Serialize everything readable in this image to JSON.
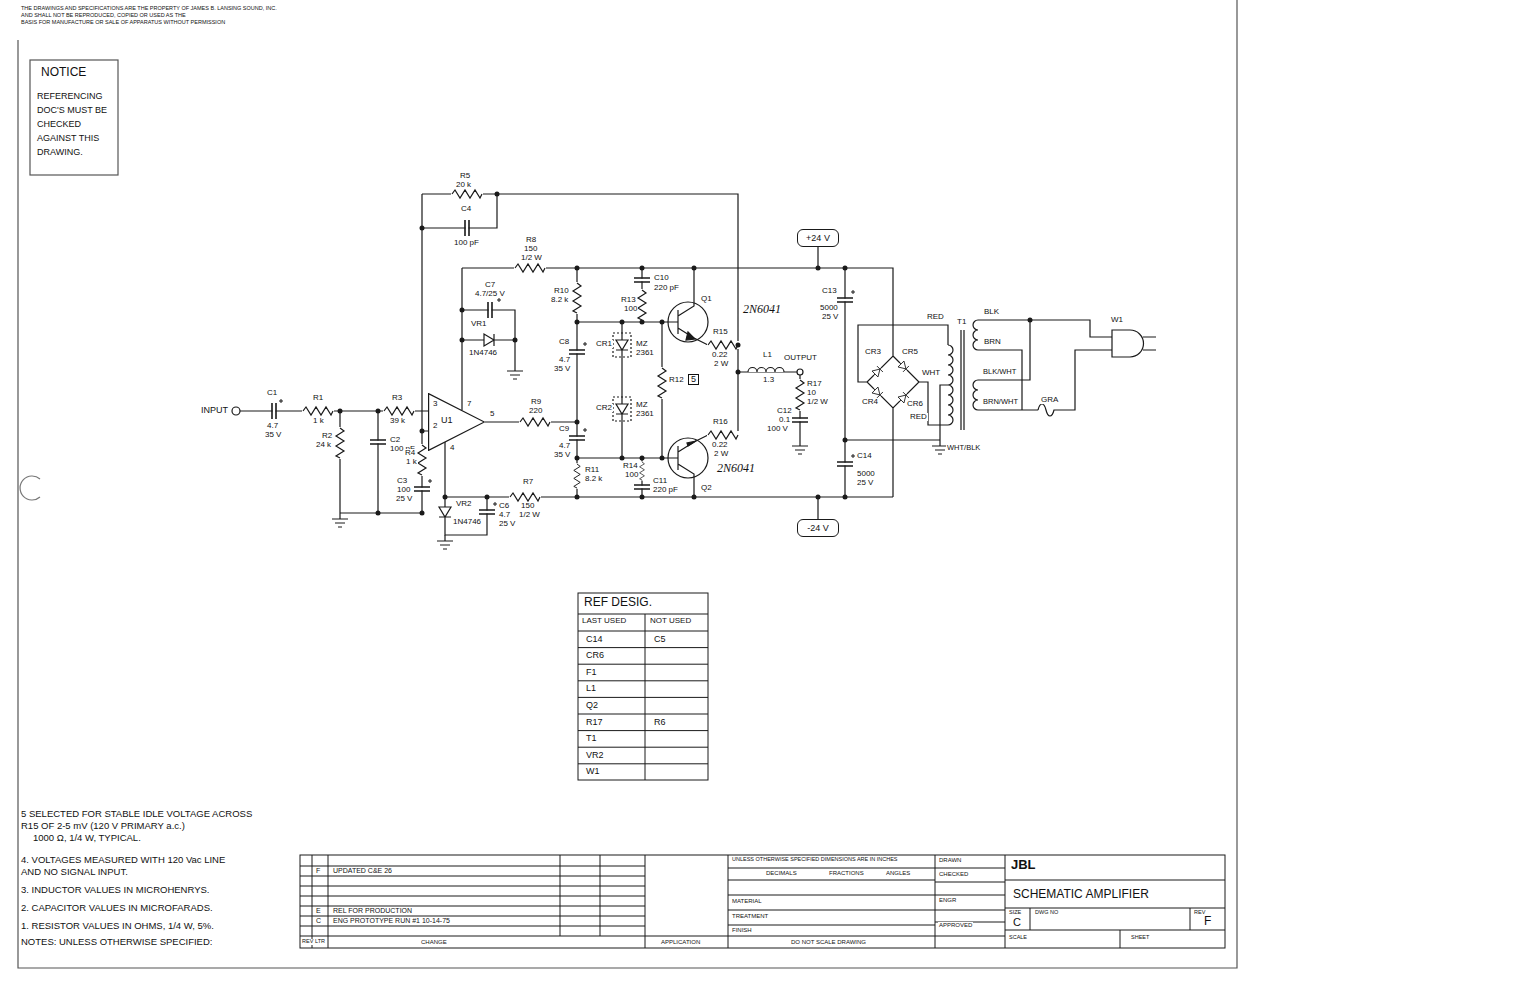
{
  "diagram": {
    "title": "SCHEMATIC AMPLIFIER",
    "nodes": [
      {
        "text": [
          "+24 V"
        ]
      },
      {
        "text": [
          "U1"
        ]
      },
      {
        "text": [
          "-24 V"
        ]
      }
    ],
    "labels": [
      "THE DRAWINGS AND SPECIFICATIONS ARE THE PROPERTY OF JAMES B. LANSING SOUND, INC.",
      "AND SHALL NOT BE REPRODUCED, COPIED OR USED AS THE",
      "BASIS FOR MANUFACTURE OR SALE OF APPARATUS WITHOUT PERMISSION",
      "NOTICE",
      "REFERENCING",
      "DOC'S MUST BE",
      "CHECKED",
      "AGAINST THIS",
      "DRAWING.",
      "INPUT",
      "C1",
      "4.7",
      "35 V",
      "R1",
      "1 k",
      "R2",
      "24 k",
      "C2",
      "100 pF",
      "R3",
      "39 k",
      "3",
      "2",
      "7",
      "5",
      "4",
      "R5",
      "20 k",
      "C4",
      "100 pF",
      "R8",
      "150",
      "1/2 W",
      "C7",
      "4.7/25 V",
      "VR1",
      "1N4746",
      "R4",
      "1 k",
      "C3",
      "100",
      "25 V",
      "VR2",
      "1N4746",
      "C6",
      "4.7",
      "25 V",
      "R9",
      "220",
      "R7",
      "150",
      "1/2 W",
      "R10",
      "8.2 k",
      "C8",
      "4.7",
      "35 V",
      "C9",
      "4.7",
      "35 V",
      "R11",
      "8.2 k",
      "C10",
      "220 pF",
      "R13",
      "100",
      "Q1",
      "2N6041",
      "R15",
      "0.22",
      "2 W",
      "CR1",
      "MZ",
      "2361",
      "CR2",
      "MZ",
      "2361",
      "R12",
      "5",
      "R16",
      "0.22",
      "2 W",
      "Q2",
      "2N6041",
      "R14",
      "100",
      "C11",
      "220 pF",
      "L1",
      "1.3",
      "OUTPUT",
      "R17",
      "10",
      "1/2 W",
      "C12",
      "0.1",
      "100 V",
      "C13",
      "5000",
      "25 V",
      "C14",
      "5000",
      "25 V",
      "CR3",
      "CR5",
      "CR4",
      "CR6",
      "RED",
      "WHT",
      "RED",
      "WHT/BLK",
      "T1",
      "BLK",
      "BRN",
      "BLK/WHT",
      "BRN/WHT",
      "GRA",
      "W1",
      "REF DESIG.",
      "LAST USED",
      "NOT USED",
      "C14",
      "C5",
      "CR6",
      "F1",
      "L1",
      "Q2",
      "R17",
      "R6",
      "T1",
      "VR2",
      "W1",
      "5 SELECTED FOR STABLE IDLE VOLTAGE ACROSS",
      "R15 OF 2-5 mV (120 V PRIMARY a.c.)",
      "1000 Ω, 1/4 W, TYPICAL.",
      "4. VOLTAGES MEASURED WITH 120 Vac LINE",
      "AND NO SIGNAL INPUT.",
      "3. INDUCTOR VALUES IN MICROHENRYS.",
      "2. CAPACITOR VALUES IN MICROFARADS.",
      "1. RESISTOR VALUES IN OHMS, 1/4 W, 5%.",
      "NOTES: UNLESS OTHERWISE SPECIFIED:",
      "F",
      "UPDATED C&E 26",
      "E",
      "REL FOR PRODUCTION",
      "C",
      "ENG PROTOTYPE RUN #1 10-14-75",
      "REV",
      "LTR",
      "CHANGE",
      "UNLESS OTHERWISE SPECIFIED DIMENSIONS ARE IN INCHES",
      "DECIMALS",
      "FRACTIONS",
      "ANGLES",
      "MATERIAL",
      "TREATMENT",
      "FINISH",
      "APPLICATION",
      "DO NOT SCALE DRAWING",
      "DRAWN",
      "CHECKED",
      "ENGR",
      "APPROVED",
      "JBL",
      "SIZE",
      "C",
      "DWG NO",
      "REV",
      "F",
      "SCALE",
      "SHEET"
    ]
  }
}
